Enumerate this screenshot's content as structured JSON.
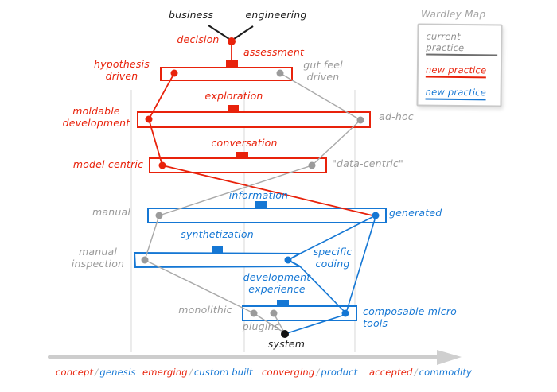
{
  "legend": {
    "title": "Wardley Map",
    "items": [
      {
        "id": "current-practice",
        "label": "current practice",
        "color": "#8f8f8f"
      },
      {
        "id": "new-practice-red",
        "label": "new practice",
        "color": "#e8220b"
      },
      {
        "id": "new-practice-blue",
        "label": "new practice",
        "color": "#1577d4"
      }
    ]
  },
  "nodes": {
    "business": "business",
    "engineering": "engineering",
    "decision": "decision",
    "assessment": "assessment",
    "hypothesis_driven": "hypothesis\ndriven",
    "gut_feel_driven": "gut feel\ndriven",
    "exploration": "exploration",
    "moldable_development": "moldable\ndevelopment",
    "ad_hoc": "ad-hoc",
    "conversation": "conversation",
    "model_centric": "model centric",
    "data_centric": "\"data-centric\"",
    "information": "information",
    "manual": "manual",
    "generated": "generated",
    "synthetization": "synthetization",
    "manual_inspection": "manual\ninspection",
    "specific_coding": "specific\ncoding",
    "development_experience": "development\nexperience",
    "monolithic": "monolithic",
    "composable_micro_tools": "composable micro tools",
    "plugins": "plugins",
    "system": "system"
  },
  "axis": {
    "stages": [
      {
        "red": "concept",
        "sep": "/",
        "blue": "genesis"
      },
      {
        "red": "emerging",
        "sep": "/",
        "blue": "custom built"
      },
      {
        "red": "converging",
        "sep": "/",
        "blue": "product"
      },
      {
        "red": "accepted",
        "sep": "/",
        "blue": "commodity"
      }
    ]
  },
  "colors": {
    "new_practice_red": "#e8220b",
    "new_practice_blue": "#1577d4",
    "current_practice_gray": "#9b9b9b",
    "text_black": "#1c1c1c"
  }
}
